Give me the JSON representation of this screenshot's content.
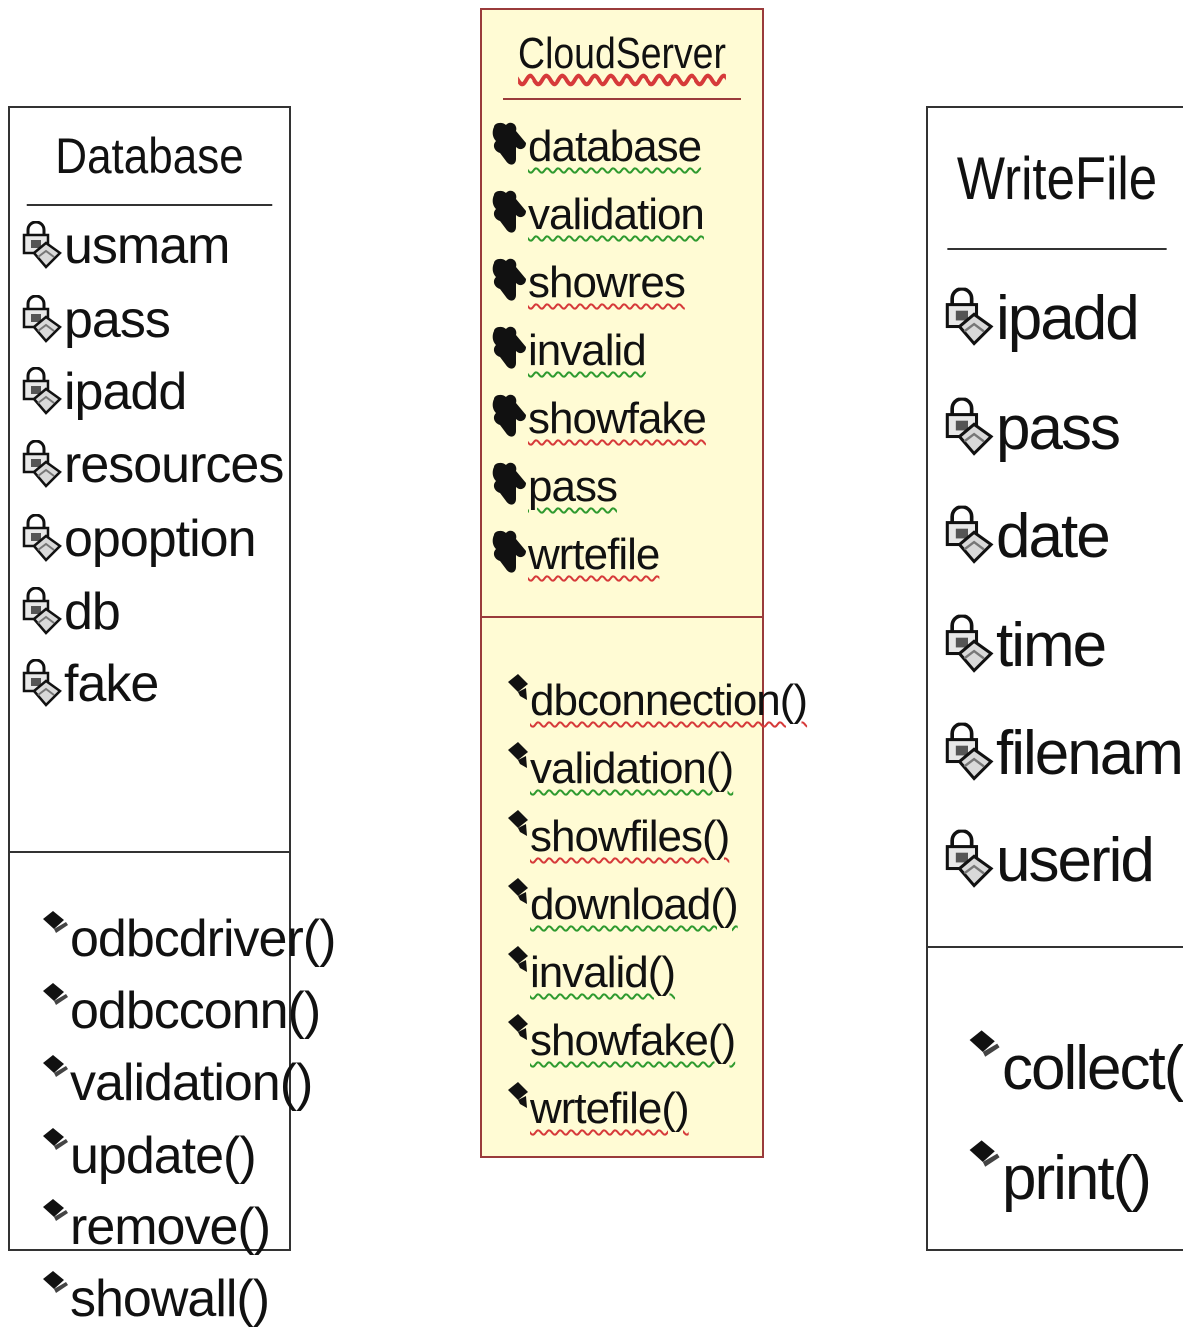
{
  "database": {
    "name": "Database",
    "attributes": [
      "usmam",
      "pass",
      "ipadd",
      "resources",
      "opoption",
      "db",
      "fake"
    ],
    "operations": [
      "odbcdriver()",
      "odbcconn()",
      "validation()",
      "update()",
      "remove()",
      "showall()"
    ]
  },
  "cloudserver": {
    "name": "CloudServer",
    "attributes": [
      "database",
      "validation",
      "showres",
      "invalid",
      "showfake",
      "pass",
      "wrtefile"
    ],
    "operations": [
      "dbconnection()",
      "validation()",
      "showfiles()",
      "download()",
      "invalid()",
      "showfake()",
      "wrtefile()"
    ]
  },
  "writefile": {
    "name": "WriteFile",
    "attributes": [
      "ipadd",
      "pass",
      "date",
      "time",
      "filename",
      "userid"
    ],
    "operations": [
      "collect()",
      "print()"
    ]
  },
  "colors": {
    "cloudserver_fill": "#fffbd4",
    "cloudserver_border": "#9a3b3b",
    "spell_underline_red": "#d63a3a",
    "spell_underline_green": "#2f9a2f"
  },
  "icons": {
    "private_attribute": "lock-icon",
    "public_attribute": "cloud-attribute-icon",
    "operation": "diamond-icon"
  }
}
